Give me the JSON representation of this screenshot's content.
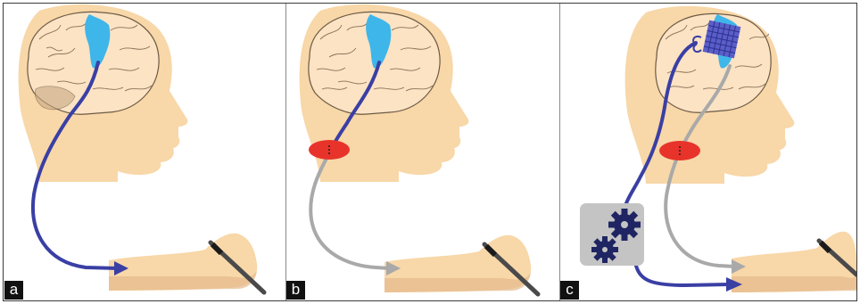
{
  "panels": [
    {
      "label": "a"
    },
    {
      "label": "b"
    },
    {
      "label": "c"
    }
  ],
  "colors": {
    "skin": "#f8d7a8",
    "skin_shadow": "#e4b98a",
    "motor_cortex": "#3fb6ea",
    "nerve_pathway": "#3a3fa4",
    "bypass_pathway": "#a9a9a9",
    "lesion": "#e8332a",
    "implant": "#5a5ec8",
    "device_box": "#c4c4c4",
    "gear": "#1f2563"
  }
}
